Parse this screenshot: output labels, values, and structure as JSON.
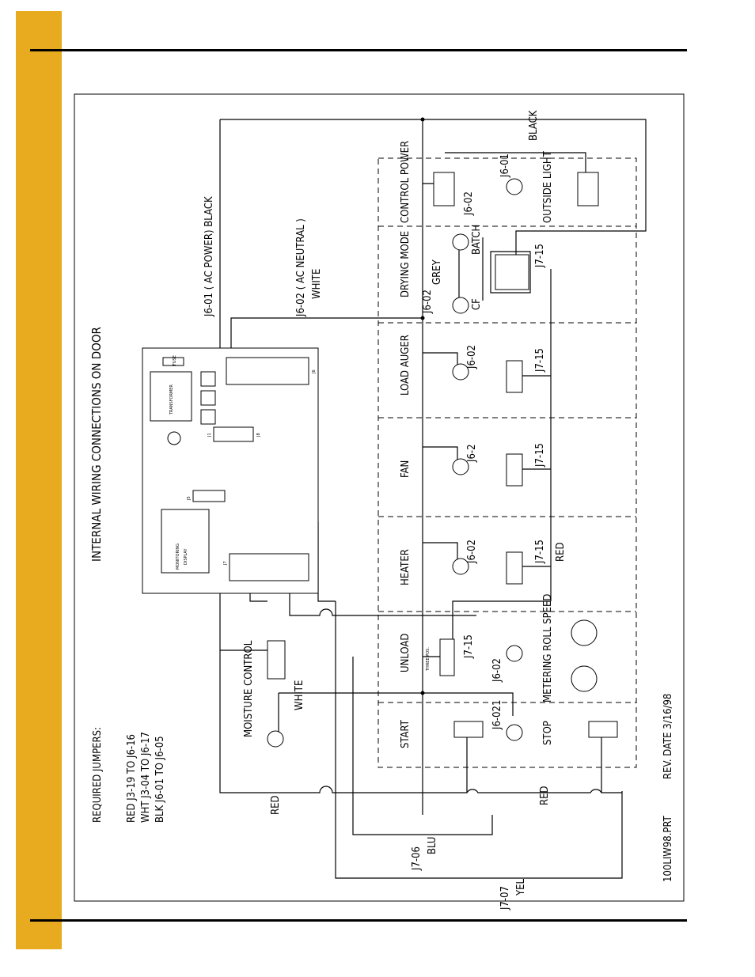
{
  "page": {
    "tab_color": "#e8aa1f"
  },
  "diagram": {
    "title": "INTERNAL WIRING CONNECTIONS ON DOOR",
    "required_jumpers": {
      "heading": "REQUIRED JUMPERS:",
      "lines": [
        "RED J3-19 TO J6-16",
        "WHT J3-04 TO J6-17",
        "BLK J6-01 TO J6-05"
      ]
    },
    "rev": "REV. DATE 3/16/98",
    "file": "100LIW98.PRT",
    "wires": {
      "power": "J6-01 ( AC POWER) BLACK",
      "neutral": "J6-02 ( AC NEUTRAL )",
      "neutral_color": "WHITE",
      "black": "BLACK",
      "white": "WHITE",
      "red_left": "RED",
      "red_right": "RED",
      "j7_06": "J7-06",
      "blu": "BLU",
      "j7_07": "J7-07",
      "yel": "YEL"
    },
    "sections": {
      "control_power": "CONTROL POWER",
      "outside_light": "OUTSIDE LIGHT",
      "drying_mode": "DRYING MODE",
      "load_auger": "LOAD AUGER",
      "fan": "FAN",
      "heater": "HEATER",
      "unload": "UNLOAD",
      "metering": "METERING ROLL SPEED",
      "start": "START",
      "stop": "STOP",
      "moisture_control": "MOISTURE CONTROL"
    },
    "pins": {
      "j6_02": "J6-02",
      "j6_01": "J6-01",
      "j6_2": "J6-2",
      "j7_15": "J7-15",
      "batch": "BATCH",
      "grey": "GREY",
      "cf": "CF",
      "red": "RED",
      "j6_021": "J6-021",
      "three_pos": "THREE POS."
    },
    "board": {
      "transformer": "TRANSFORMER",
      "monitoring": "MONITORING",
      "display": "DISPLAY",
      "j6": "J6",
      "j7": "J7",
      "j5": "J5",
      "j1": "J1",
      "j8": "J8",
      "fuse": "FUSE"
    }
  }
}
